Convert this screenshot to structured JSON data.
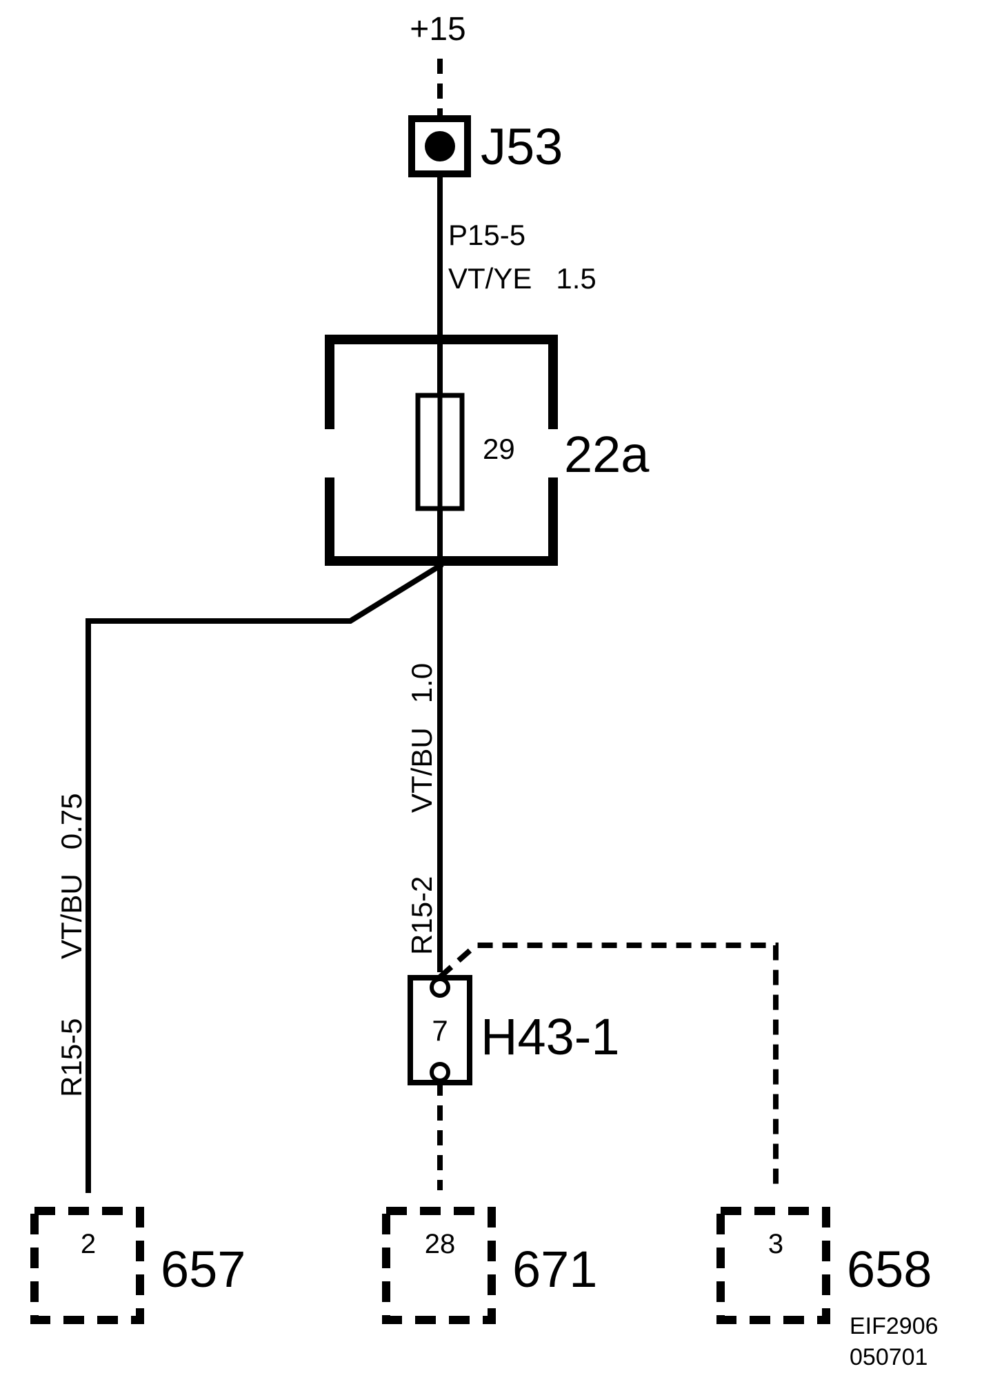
{
  "supply": {
    "label": "+15"
  },
  "connector_j53": {
    "label": "J53"
  },
  "wire_top": {
    "id": "P15-5",
    "spec": "VT/YE   1.5"
  },
  "fuse_box": {
    "label": "22a",
    "fuse_number": "29"
  },
  "wire_center": {
    "id": "R15-2",
    "spec": "VT/BU   1.0"
  },
  "wire_left": {
    "id": "R15-5",
    "spec": "VT/BU   0.75"
  },
  "connector_h43": {
    "label": "H43-1",
    "pin": "7"
  },
  "modules": [
    {
      "label": "657",
      "pin": "2"
    },
    {
      "label": "671",
      "pin": "28"
    },
    {
      "label": "658",
      "pin": "3"
    }
  ],
  "footer": {
    "code": "EIF2906",
    "date": "050701"
  }
}
